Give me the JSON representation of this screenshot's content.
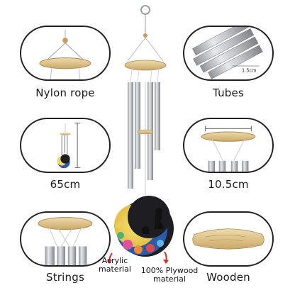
{
  "features": {
    "nylon_rope": "Nylon rope",
    "tubes": "Tubes",
    "length": "65cm",
    "width": "10.5cm",
    "strings": "Strings",
    "wooden": "Wooden"
  },
  "callouts": {
    "tube_diameter": "1.5cm",
    "acrylic": "Acrylic\nmaterial",
    "plywood": "100% Plywood\nmaterial"
  },
  "colors": {
    "tube_silver": "#b9bcc0",
    "wood": "#d9c08a",
    "outline": "#222222"
  }
}
